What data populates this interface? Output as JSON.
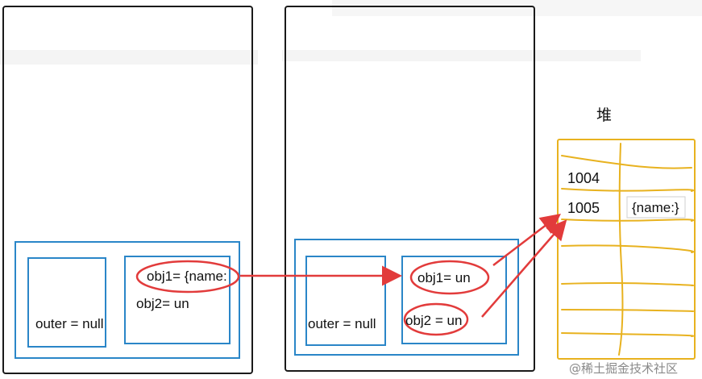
{
  "panel_left": {
    "outer_value": "outer = null",
    "obj1_value": "obj1= {name:",
    "obj2_value": "obj2= un"
  },
  "panel_middle": {
    "outer_value": "outer = null",
    "obj1_value": "obj1= un",
    "obj2_value": "obj2 = un"
  },
  "heap": {
    "title": "堆",
    "rows": [
      {
        "address": "1004",
        "value": ""
      },
      {
        "address": "1005",
        "value": "{name:}"
      }
    ]
  },
  "colors": {
    "panel_border": "#1a1a1a",
    "scope_border": "#2a86c8",
    "annotation_red": "#e23b3b",
    "heap_yellow": "#e8b21f"
  },
  "watermark": "@稀土掘金技术社区"
}
